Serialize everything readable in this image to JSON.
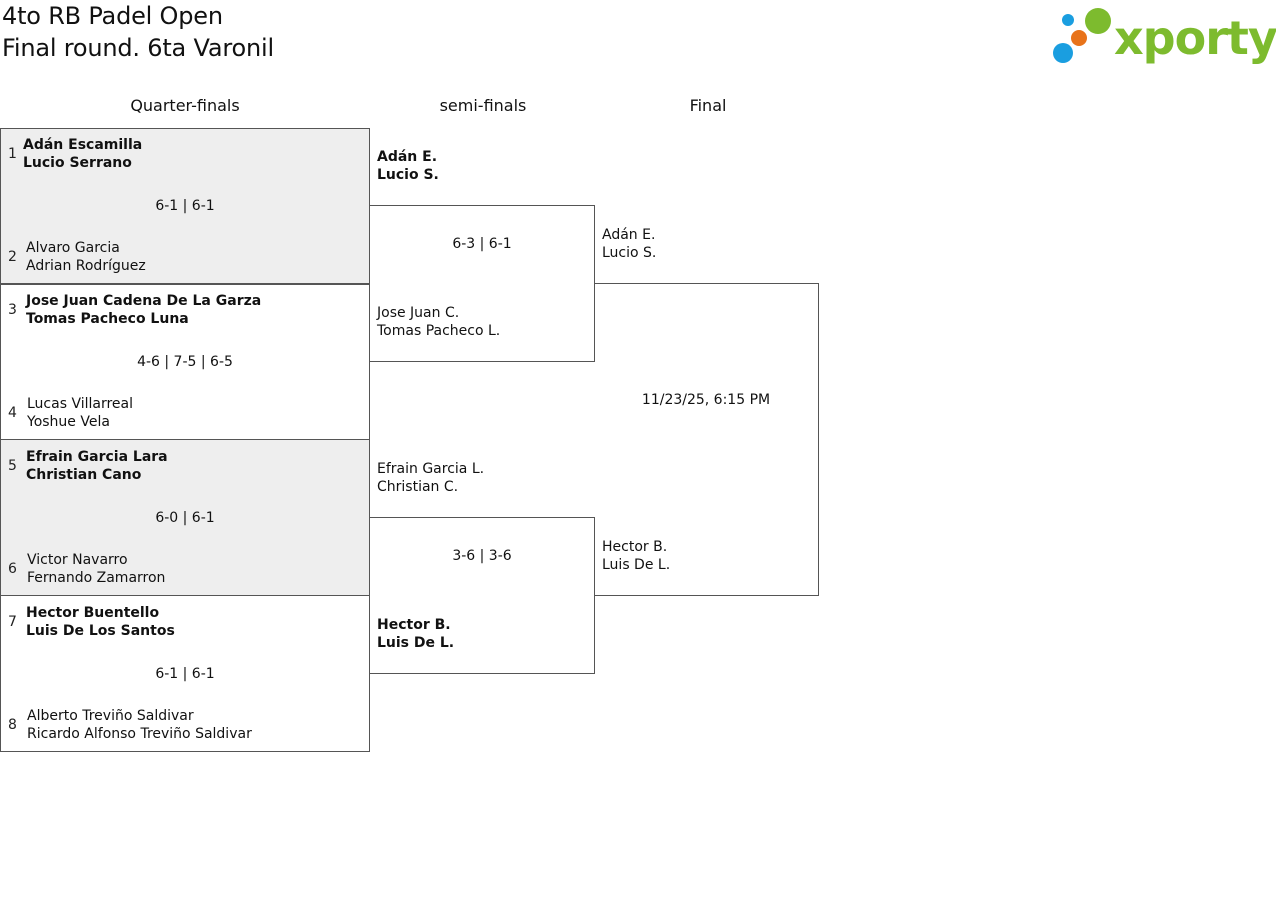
{
  "header": {
    "title_line1": "4to RB Padel Open",
    "title_line2": "Final round. 6ta Varonil",
    "logo_text": "xporty"
  },
  "columns": {
    "qf": "Quarter-finals",
    "sf": "semi-finals",
    "final": "Final"
  },
  "quarterfinals": [
    {
      "top": {
        "seed": "1",
        "p1": "Adán Escamilla",
        "p2": "Lucio Serrano",
        "winner": true
      },
      "score": "6-1 | 6-1",
      "bottom": {
        "seed": "2",
        "p1": "Alvaro Garcia",
        "p2": "Adrian Rodríguez",
        "winner": false
      }
    },
    {
      "top": {
        "seed": "3",
        "p1": "Jose Juan Cadena De La Garza",
        "p2": "Tomas Pacheco Luna",
        "winner": true
      },
      "score": "4-6 | 7-5 | 6-5",
      "bottom": {
        "seed": "4",
        "p1": "Lucas Villarreal",
        "p2": "Yoshue Vela",
        "winner": false
      }
    },
    {
      "top": {
        "seed": "5",
        "p1": "Efrain Garcia Lara",
        "p2": "Christian Cano",
        "winner": true
      },
      "score": "6-0 | 6-1",
      "bottom": {
        "seed": "6",
        "p1": "Victor Navarro",
        "p2": "Fernando Zamarron",
        "winner": false
      }
    },
    {
      "top": {
        "seed": "7",
        "p1": "Hector Buentello",
        "p2": "Luis De Los Santos",
        "winner": true
      },
      "score": "6-1 | 6-1",
      "bottom": {
        "seed": "8",
        "p1": "Alberto Treviño Saldivar",
        "p2": "Ricardo Alfonso Treviño Saldivar",
        "winner": false
      }
    }
  ],
  "semifinals": [
    {
      "top": {
        "p1": "Adán E.",
        "p2": "Lucio S.",
        "winner": true
      },
      "score": "6-3 | 6-1",
      "bottom": {
        "p1": "Jose Juan C.",
        "p2": "Tomas Pacheco L.",
        "winner": false
      }
    },
    {
      "top": {
        "p1": "Efrain Garcia L.",
        "p2": "Christian C.",
        "winner": false
      },
      "score": "3-6 | 3-6",
      "bottom": {
        "p1": "Hector B.",
        "p2": "Luis De L.",
        "winner": true
      }
    }
  ],
  "final": {
    "top": {
      "p1": "Adán E.",
      "p2": "Lucio S."
    },
    "schedule": "11/23/25, 6:15 PM",
    "bottom": {
      "p1": "Hector B.",
      "p2": "Luis De L."
    }
  },
  "colors": {
    "logo_green": "#7dbb2e",
    "logo_blue": "#1a9ee0",
    "logo_orange": "#e8731a",
    "shaded_box": "#eeeeee",
    "border": "#555555"
  }
}
